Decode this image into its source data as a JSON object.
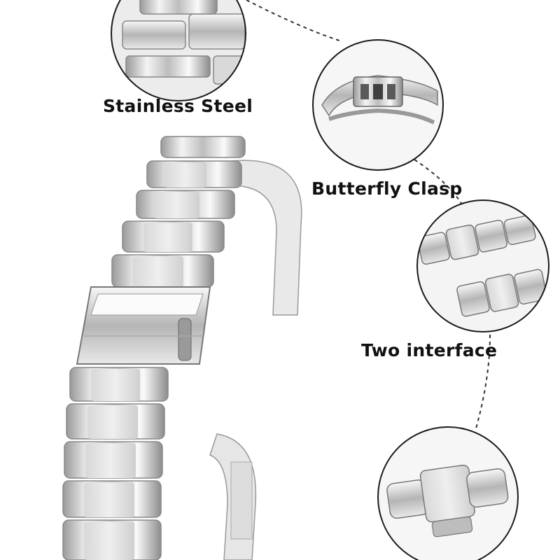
{
  "labels": {
    "stainless_steel": "Stainless Steel",
    "butterfly_clasp": "Butterfly Clasp",
    "two_interface": "Two interface"
  },
  "colors": {
    "background": "#ffffff",
    "text": "#111111",
    "circle_border": "#1a1a1a",
    "dashed_line": "#333333",
    "steel_light": "#f2f2f2",
    "steel_mid": "#c9c9c9",
    "steel_dark": "#8a8a8a"
  }
}
